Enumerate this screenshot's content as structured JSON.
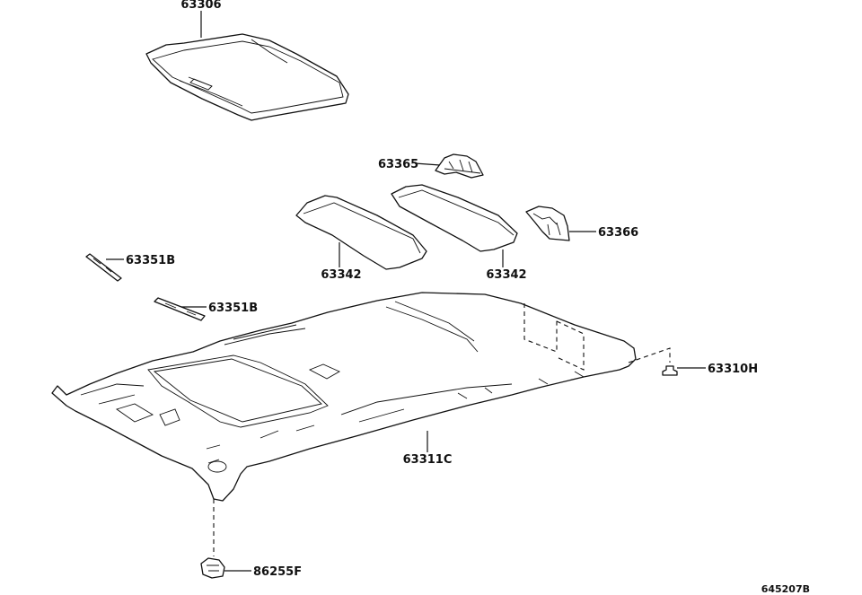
{
  "diagram": {
    "reference_code": "645207B",
    "parts": [
      {
        "id": "sunroof-shade",
        "number": "63306"
      },
      {
        "id": "bracket-upper",
        "number": "63365"
      },
      {
        "id": "pad-left",
        "number": "63342"
      },
      {
        "id": "pad-right",
        "number": "63342"
      },
      {
        "id": "bracket-right",
        "number": "63366"
      },
      {
        "id": "strip-upper",
        "number": "63351B"
      },
      {
        "id": "strip-lower",
        "number": "63351B"
      },
      {
        "id": "clip",
        "number": "63310H"
      },
      {
        "id": "headliner",
        "number": "63311C"
      },
      {
        "id": "microphone",
        "number": "86255F"
      }
    ]
  }
}
